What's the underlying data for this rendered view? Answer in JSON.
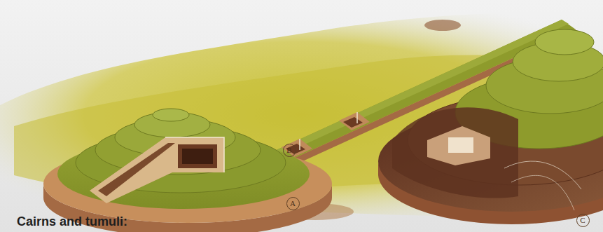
{
  "diagram": {
    "title": "Cairns and tumuli:",
    "labels": [
      "A",
      "B",
      "C"
    ]
  }
}
